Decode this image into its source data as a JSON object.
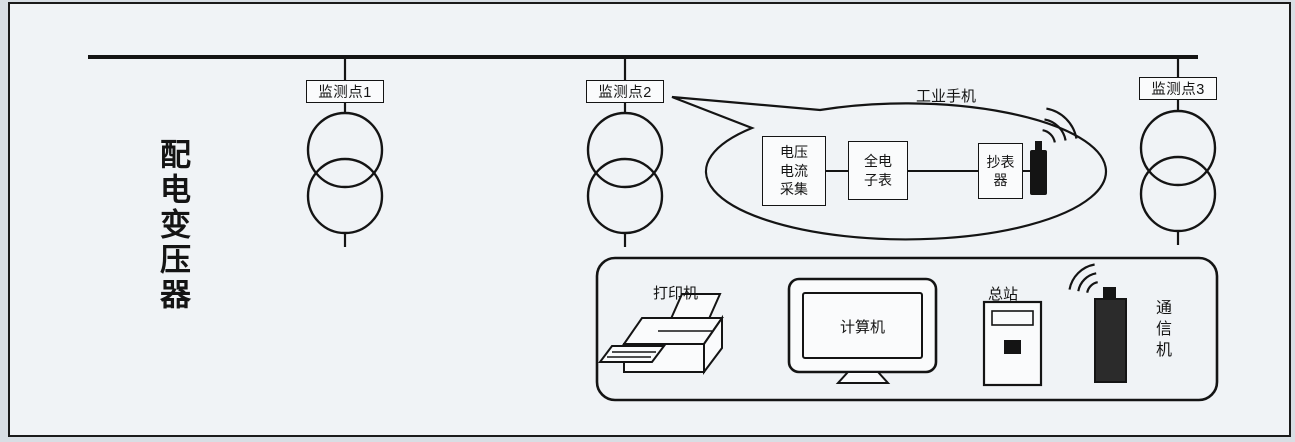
{
  "palette": {
    "ink": "#141414",
    "paper": "#f0f3f6"
  },
  "diagram": {
    "left_label": "配电变压器",
    "monitor_points": [
      {
        "label": "监测点1"
      },
      {
        "label": "监测点2"
      },
      {
        "label": "监测点3"
      }
    ],
    "callout": {
      "title": "工业手机",
      "box1_label": "电压\n电流\n采集",
      "box2_label": "全电\n子表",
      "box3_label": "抄表\n器"
    },
    "station": {
      "printer_label": "打印机",
      "computer_label": "计算机",
      "master_label": "总站",
      "comm_label": "通信机"
    }
  }
}
